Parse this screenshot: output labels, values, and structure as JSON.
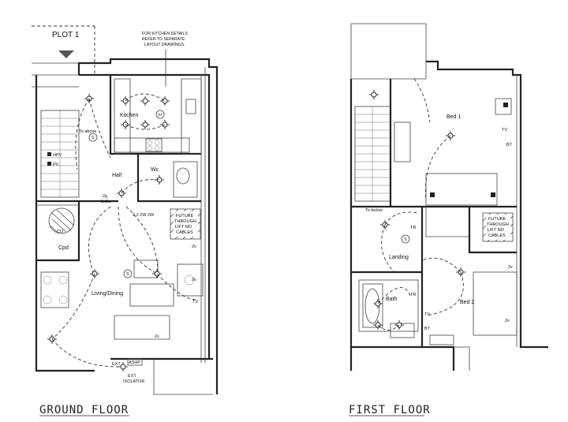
{
  "plot_label": "PLOT 1",
  "kitchen_note": [
    "FOR KITCHEN DETAILS",
    "REFER TO SEPARATE",
    "LAYOUT DRAWINGS."
  ],
  "ground_floor": {
    "title": "GROUND FLOOR",
    "rooms": {
      "kitchen": "Kitchen",
      "hall": "Hall",
      "wc": "Wc",
      "cpd": "Cpd",
      "living_dining": "Living/Dining"
    },
    "symbols": {
      "smoke": "S",
      "heat": "H",
      "to_above": "To above",
      "hpv": "HPV",
      "pv": "PV",
      "two_g": "2g",
      "one_x_2w": "1x2w",
      "two_way_set": "2  2  2W 2W",
      "two_v": "2v",
      "cu": "CU",
      "ashp": "ASHP",
      "ext": "EXT",
      "ext_isolator": [
        "EXT",
        "ISOLATOR"
      ],
      "tv": "TV"
    },
    "future_lift": [
      "FUTURE",
      "THROUGH",
      "LIFT NO",
      "CABLES"
    ]
  },
  "first_floor": {
    "title": "FIRST FLOOR",
    "rooms": {
      "bed1": "Bed 1",
      "bed2": "Bed 2",
      "landing": "Landing",
      "bath": "Bath"
    },
    "symbols": {
      "smoke": "S",
      "to_below": "To below",
      "tv": "TV",
      "bt": "BT",
      "tr": "TR",
      "two_v": "2v"
    },
    "future_lift": [
      "FUTURE",
      "THROUGH",
      "LIFT NO",
      "CABLES"
    ]
  }
}
